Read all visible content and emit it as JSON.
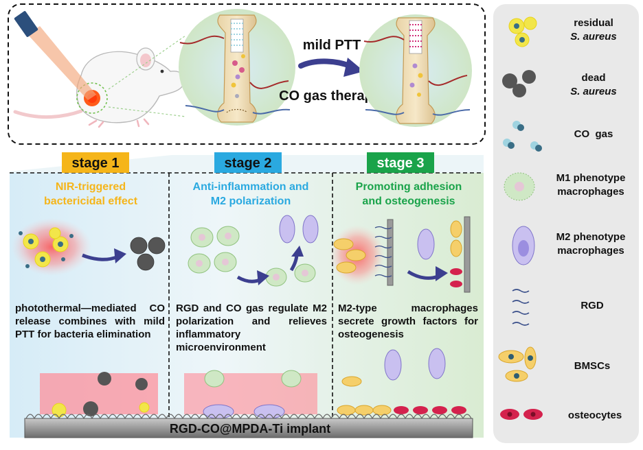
{
  "colors": {
    "stage1": "#f5b51a",
    "stage2": "#2aa9e0",
    "stage3": "#1aa34a",
    "arrow": "#3c3f8f",
    "legend_bg": "#e9e9e9"
  },
  "top": {
    "mild_ptt": "mild PTT",
    "co_gas_therapy": "CO gas therapy"
  },
  "stages": [
    {
      "badge": "stage 1",
      "title_line1": "NIR-triggered",
      "title_line2": "bactericidal effect",
      "caption": "photothermal—mediated CO release combines with mild PTT for bacteria elimination"
    },
    {
      "badge": "stage 2",
      "title_line1": "Anti-inflammation and",
      "title_line2": "M2 polarization",
      "caption": "RGD and CO gas regulate M2 polarization and relieves inflammatory microenvironment"
    },
    {
      "badge": "stage 3",
      "title_line1": "Promoting adhesion",
      "title_line2": "and osteogenesis",
      "caption": "M2-type macrophages secrete growth factors for osteogenesis"
    }
  ],
  "implant_label": "RGD-CO@MPDA-Ti implant",
  "legend": [
    {
      "icon": "residual-bacteria-icon",
      "line1": "residual",
      "line2": "S. aureus"
    },
    {
      "icon": "dead-bacteria-icon",
      "line1": "dead",
      "line2": "S. aureus"
    },
    {
      "icon": "co-gas-icon",
      "line1": "CO  gas",
      "line2": ""
    },
    {
      "icon": "m1-macrophage-icon",
      "line1": "M1 phenotype",
      "line2": "macrophages"
    },
    {
      "icon": "m2-macrophage-icon",
      "line1": "M2 phenotype",
      "line2": "macrophages"
    },
    {
      "icon": "rgd-icon",
      "line1": "RGD",
      "line2": ""
    },
    {
      "icon": "bmsc-icon",
      "line1": "BMSCs",
      "line2": ""
    },
    {
      "icon": "osteocyte-icon",
      "line1": "osteocytes",
      "line2": ""
    }
  ]
}
